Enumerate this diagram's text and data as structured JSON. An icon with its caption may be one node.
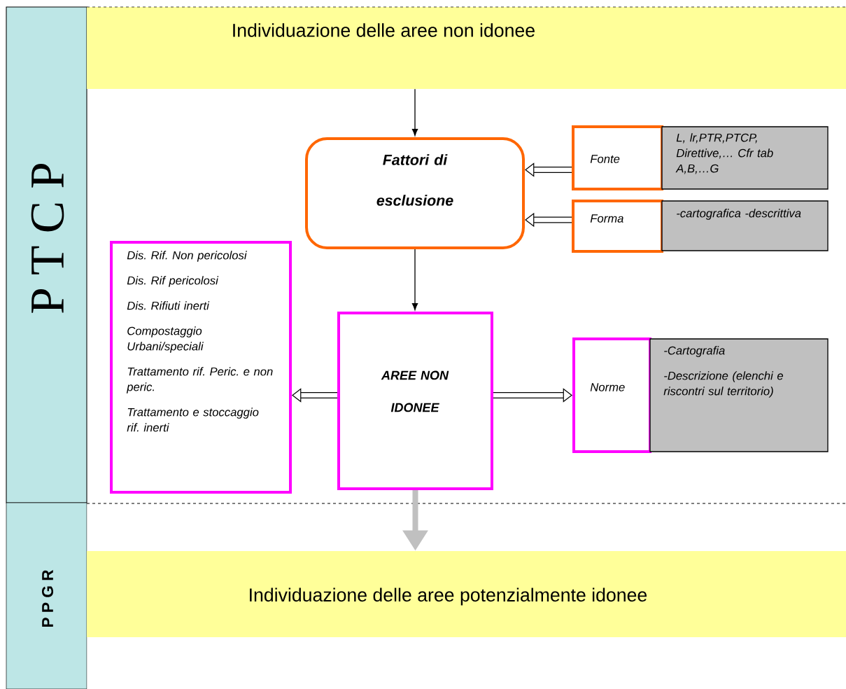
{
  "diagram": {
    "nodes": [
      {
        "text": [
          "P T C P"
        ]
      },
      {
        "text": [
          "P P G R"
        ]
      },
      {
        "text": [
          "Individuazione delle aree non idonee"
        ]
      },
      {
        "text": [
          "Fattori di esclusione"
        ]
      },
      {
        "text": [
          "Fonte"
        ]
      },
      {
        "text": [
          "L, lr,PTR,PTCP, Direttive,… Cfr tab A,B,…G"
        ]
      },
      {
        "text": [
          "Forma"
        ]
      },
      {
        "text": [
          "-cartografica -descrittiva"
        ]
      },
      {
        "text": [
          "Dis. Rif. Non pericolosi",
          "Dis. Rif pericolosi",
          "Dis. Rifiuti inerti",
          "Compostaggio Urbani/speciali",
          "Trattamento rif. Peric. e non peric.",
          "Trattamento e stoccaggio rif. inerti"
        ]
      },
      {
        "text": [
          "AREE NON IDONEE"
        ]
      },
      {
        "text": [
          "Norme"
        ]
      },
      {
        "text": [
          "-Cartografia",
          "-Descrizione (elenchi e riscontri sul territorio)"
        ]
      },
      {
        "text": [
          "Individuazione delle aree potenzialmente idonee"
        ]
      }
    ],
    "edges": [
      {
        "from": 2,
        "to": 3,
        "arrow": "to"
      },
      {
        "from": 4,
        "to": 3,
        "arrow": "to"
      },
      {
        "from": 6,
        "to": 3,
        "arrow": "to"
      },
      {
        "from": 3,
        "to": 9,
        "arrow": "to"
      },
      {
        "from": 9,
        "to": 8,
        "arrow": "to"
      },
      {
        "from": 9,
        "to": 10,
        "arrow": "to"
      },
      {
        "from": 9,
        "to": 12,
        "arrow": "to",
        "color": "#c0c0c0"
      }
    ]
  }
}
